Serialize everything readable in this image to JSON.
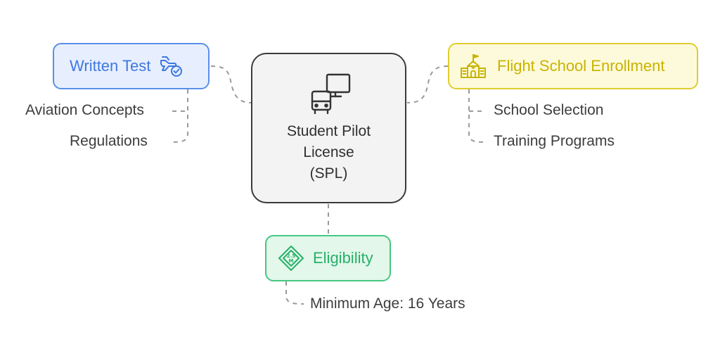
{
  "center": {
    "lines": [
      "Student Pilot",
      "License",
      "(SPL)"
    ],
    "icon": "computer-bus-icon"
  },
  "written_test": {
    "label": "Written Test",
    "icon": "plane-check-icon",
    "color": "#3e78e0",
    "items": [
      "Aviation Concepts",
      "Regulations"
    ]
  },
  "flight_school": {
    "label": "Flight School Enrollment",
    "icon": "school-building-icon",
    "color": "#c9b300",
    "items": [
      "School Selection",
      "Training Programs"
    ]
  },
  "eligibility": {
    "label": "Eligibility",
    "icon": "age-badge-icon",
    "color": "#27b069",
    "items": [
      "Minimum Age: 16 Years"
    ]
  }
}
